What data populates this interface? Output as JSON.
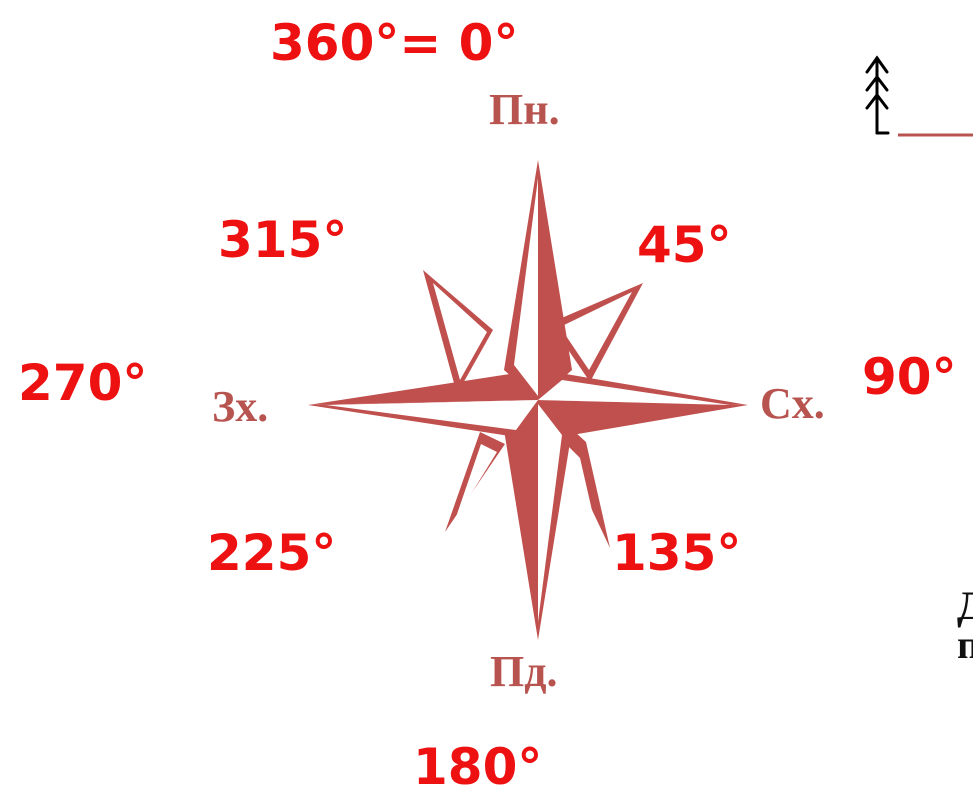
{
  "degrees": {
    "north": "360°=  0°",
    "northeast": "45°",
    "east": "90°",
    "southeast": "135°",
    "south": "180°",
    "southwest": "225°",
    "west": "270°",
    "northwest": "315°"
  },
  "directions": {
    "north": "Пн.",
    "east": "Сх.",
    "south": "Пд.",
    "west": "Зх."
  },
  "colors": {
    "degree_text": "#ee1111",
    "direction_text": "#b85450",
    "rose_fill": "#c0504d",
    "rose_light": "#ffffff",
    "tree_icon": "#000000",
    "partial_text": "#111111"
  },
  "partial_text": {
    "line1": "Д",
    "line2": "п"
  }
}
